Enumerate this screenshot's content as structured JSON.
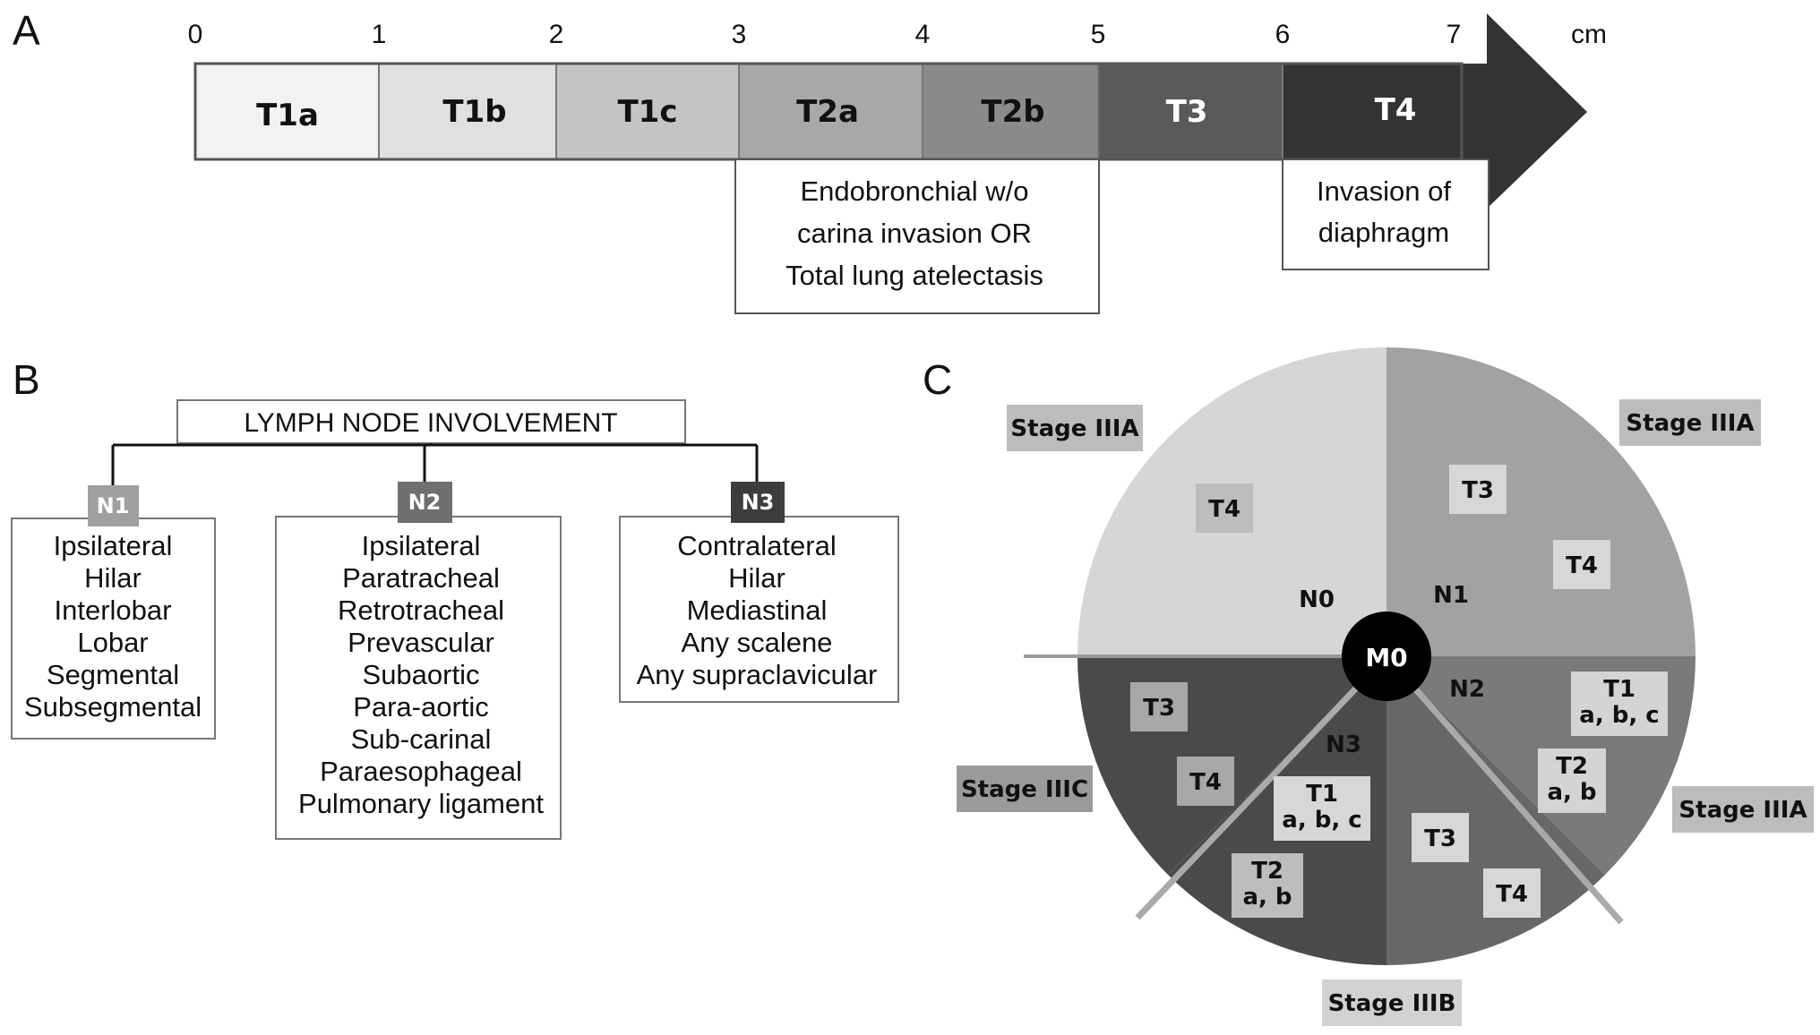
{
  "panel_a": {
    "letter": "A",
    "ticks": [
      "0",
      "1",
      "2",
      "3",
      "4",
      "5",
      "6",
      "7"
    ],
    "unit": "cm",
    "segments": [
      "T1a",
      "T1b",
      "T1c",
      "T2a",
      "T2b",
      "T3",
      "T4"
    ],
    "segment_colors": [
      "#f2f2f2",
      "#e0e0e0",
      "#c4c4c4",
      "#a8a8a8",
      "#8a8a8a",
      "#5a5a5a",
      "#333333"
    ],
    "note_t2": [
      "Endobronchial w/o",
      "carina invasion OR",
      "Total lung atelectasis"
    ],
    "note_t4": [
      "Invasion of",
      "diaphragm"
    ]
  },
  "panel_b": {
    "letter": "B",
    "title": "LYMPH NODE INVOLVEMENT",
    "groups": [
      {
        "badge": "N1",
        "color": "#a0a0a0",
        "items": [
          "Ipsilateral",
          "Hilar",
          "Interlobar",
          "Lobar",
          "Segmental",
          "Subsegmental"
        ]
      },
      {
        "badge": "N2",
        "color": "#6f6f6f",
        "items": [
          "Ipsilateral",
          "Paratracheal",
          "Retrotracheal",
          "Prevascular",
          "Subaortic",
          "Para-aortic",
          "Sub-carinal",
          "Paraesophageal",
          "Pulmonary ligament"
        ]
      },
      {
        "badge": "N3",
        "color": "#3d3d3d",
        "items": [
          "Contralateral",
          "Hilar",
          "Mediastinal",
          "Any scalene",
          "Any supraclavicular"
        ]
      }
    ]
  },
  "panel_c": {
    "letter": "C",
    "center": "M0",
    "node_labels": {
      "n0": "N0",
      "n1": "N1",
      "n2": "N2",
      "n3": "N3"
    },
    "stages": {
      "top_left": "Stage IIIA",
      "top_right": "Stage IIIA",
      "right": "Stage IIIA",
      "left": "Stage IIIC",
      "bottom": "Stage IIIB"
    },
    "n0_t": [
      "T4"
    ],
    "n1_t": [
      "T3",
      "T4"
    ],
    "n2_t": [
      [
        "T1",
        "a, b, c"
      ],
      [
        "T2",
        "a, b"
      ]
    ],
    "n3_t": [
      [
        "T3"
      ],
      [
        "T4"
      ],
      [
        "T1",
        "a, b, c"
      ],
      [
        "T2",
        "a, b"
      ]
    ],
    "n3_bottom_t": [
      "T3",
      "T4"
    ]
  }
}
